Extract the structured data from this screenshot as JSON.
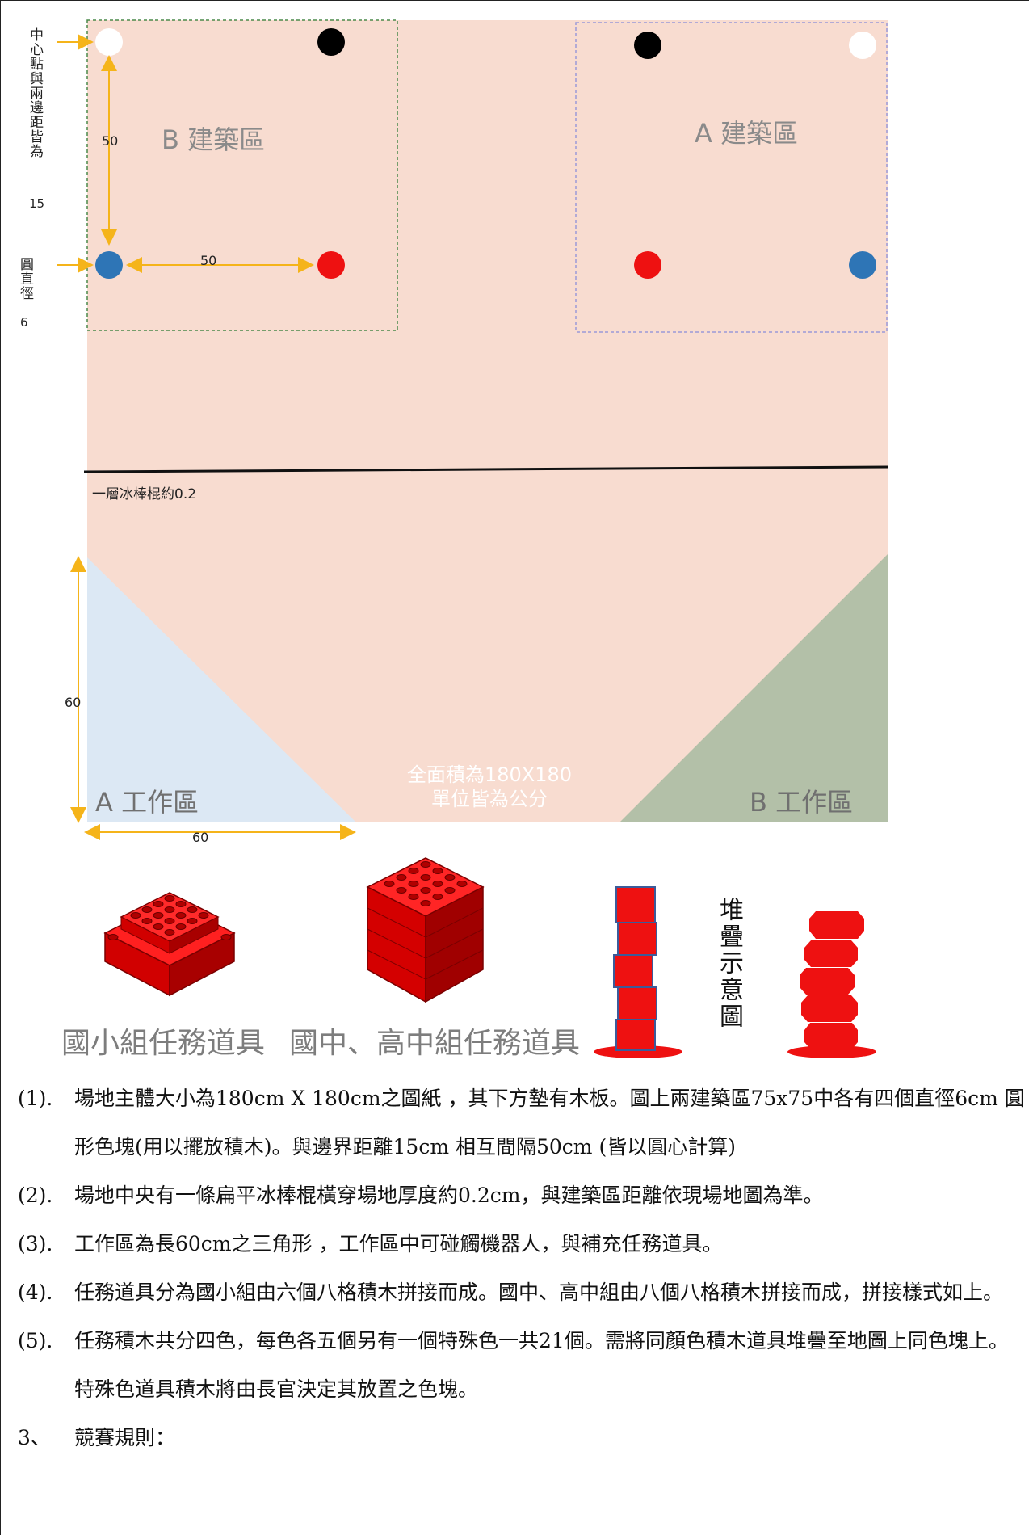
{
  "annotations": {
    "center_note": "中心點與兩邊距皆為",
    "center_note_value": "15",
    "diameter_note": "圓直徑",
    "diameter_note_value": "6",
    "dim_50_vertical": "50",
    "dim_50_horizontal": "50",
    "dim_60_vertical": "60",
    "dim_60_horizontal": "60",
    "stick_thickness": "一層冰棒棍約0.2"
  },
  "zones": {
    "b_build": "B 建築區",
    "a_build": "A 建築區",
    "a_work": "A 工作區",
    "b_work": "B 工作區",
    "area_line1": "全面積為180X180",
    "area_line2": "單位皆為公分"
  },
  "colors": {
    "field": "#f8dcd0",
    "a_work": "#dce8f4",
    "b_work": "#b3c0a8",
    "red": "#ee1111",
    "blue": "#2e75b6",
    "black": "#000000",
    "arrow": "#f5b41a"
  },
  "props": {
    "elementary_caption": "國小組任務道具",
    "junior_senior_caption": "國中、高中組任務道具",
    "stack_caption": "堆疊示意圖"
  },
  "rules": [
    {
      "num": "(1).",
      "text": "場地主體大小為180cm X 180cm之圖紙 ，其下方墊有木板。圖上兩建築區75x75中各有四個直徑6cm 圓形色塊(用以擺放積木)。與邊界距離15cm 相互間隔50cm (皆以圓心計算)"
    },
    {
      "num": "(2).",
      "text": "場地中央有一條扁平冰棒棍橫穿場地厚度約0.2cm，與建築區距離依現場地圖為準。"
    },
    {
      "num": "(3).",
      "text": "工作區為長60cm之三角形 ，工作區中可碰觸機器人，與補充任務道具。"
    },
    {
      "num": "(4).",
      "text": "任務道具分為國小組由六個八格積木拼接而成。國中、高中組由八個八格積木拼接而成，拼接樣式如上。"
    },
    {
      "num": "(5).",
      "text": "任務積木共分四色，每色各五個另有一個特殊色一共21個。需將同顏色積木道具堆疊至地圖上同色塊上。特殊色道具積木將由長官決定其放置之色塊。"
    }
  ],
  "section": {
    "num": "3、",
    "title": "競賽規則："
  }
}
